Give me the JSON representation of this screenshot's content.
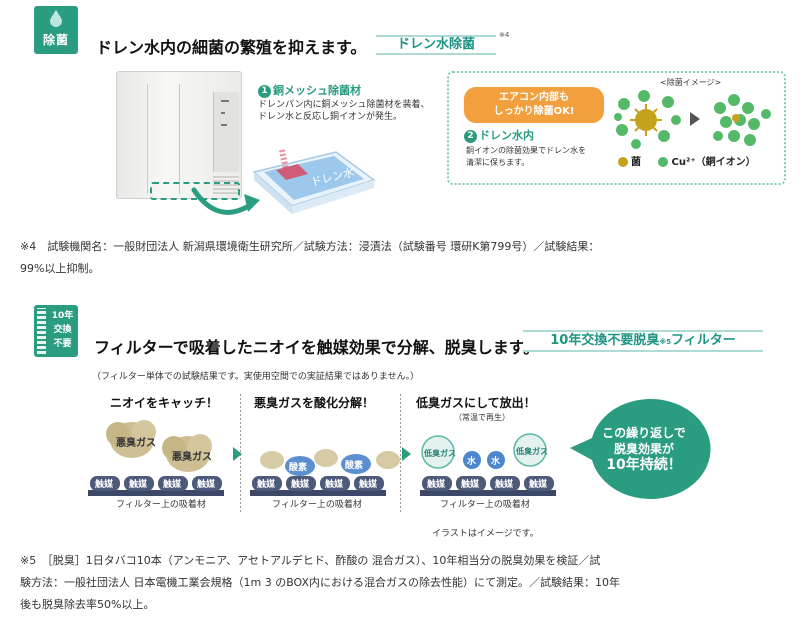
{
  "section1": {
    "badge": "除菌",
    "headline": "ドレン水内の細菌の繁殖を抑えます。",
    "tag": "ドレン水除菌",
    "tag_note": "※4",
    "item1_num": "1",
    "item1_title": "銅メッシュ除菌材",
    "item1_desc_1": "ドレンパン内に銅メッシュ除菌材を装着、",
    "item1_desc_2": "ドレン水と反応し銅イオンが発生。",
    "tray_label": "ドレン水",
    "callout_1": "エアコン内部も",
    "callout_2": "しっかり除菌OK!",
    "item2_num": "2",
    "item2_title": "ドレン水内",
    "item2_desc_1": "銅イオンの除菌効果でドレン水を",
    "item2_desc_2": "清潔に保ちます。",
    "image_caption": "<除菌イメージ>",
    "legend_germ": "菌",
    "legend_ion": "Cu²⁺（銅イオン）"
  },
  "note4": {
    "line1": "※4　試験機関名：一般財団法人 新潟県環境衛生研究所／試験方法：浸漬法（試験番号 環研K第799号）／試験結果：",
    "line2": "99%以上抑制。"
  },
  "section2": {
    "badge_1": "10年",
    "badge_2": "交換",
    "badge_3": "不要",
    "headline": "フィルターで吸着したニオイを触媒効果で分解、脱臭します。",
    "tag_a": "10年交換不要脱臭",
    "tag_note": "※5",
    "tag_b": "フィルター",
    "hint": "（フィルター単体での試験結果です。実使用空間での実証結果ではありません。）",
    "panel1_title": "ニオイをキャッチ！",
    "panel2_title": "悪臭ガスを酸化分解！",
    "panel3_title": "低臭ガスにして放出！",
    "panel3_sub": "（常温で再生）",
    "caption": "フィルター上の吸着材",
    "catalyst": "触媒",
    "bad_gas": "悪臭ガス",
    "oxygen": "酸素",
    "low_gas": "低臭ガス",
    "water": "水",
    "illustration_note": "イラストはイメージです。",
    "bubble_1": "この繰り返しで",
    "bubble_2": "脱臭効果が",
    "bubble_3": "10年持続！"
  },
  "note5": {
    "line1": "※5　［脱臭］1日タバコ10本（アンモニア、アセトアルデヒド、酢酸の 混合ガス）、10年相当分の脱臭効果を検証／試",
    "line2": "験方法：一般社団法人 日本電機工業会規格（1m 3 のBOX内における混合ガスの除去性能）にて測定。／試験結果：10年",
    "line3": "後も脱臭除去率50%以上。"
  },
  "colors": {
    "accent": "#2a9c80",
    "orange": "#f2a03d",
    "germ": "#c6a21c",
    "ion": "#55b96a",
    "gas": "#c9b88a",
    "catalyst": "#4e5a7a"
  }
}
